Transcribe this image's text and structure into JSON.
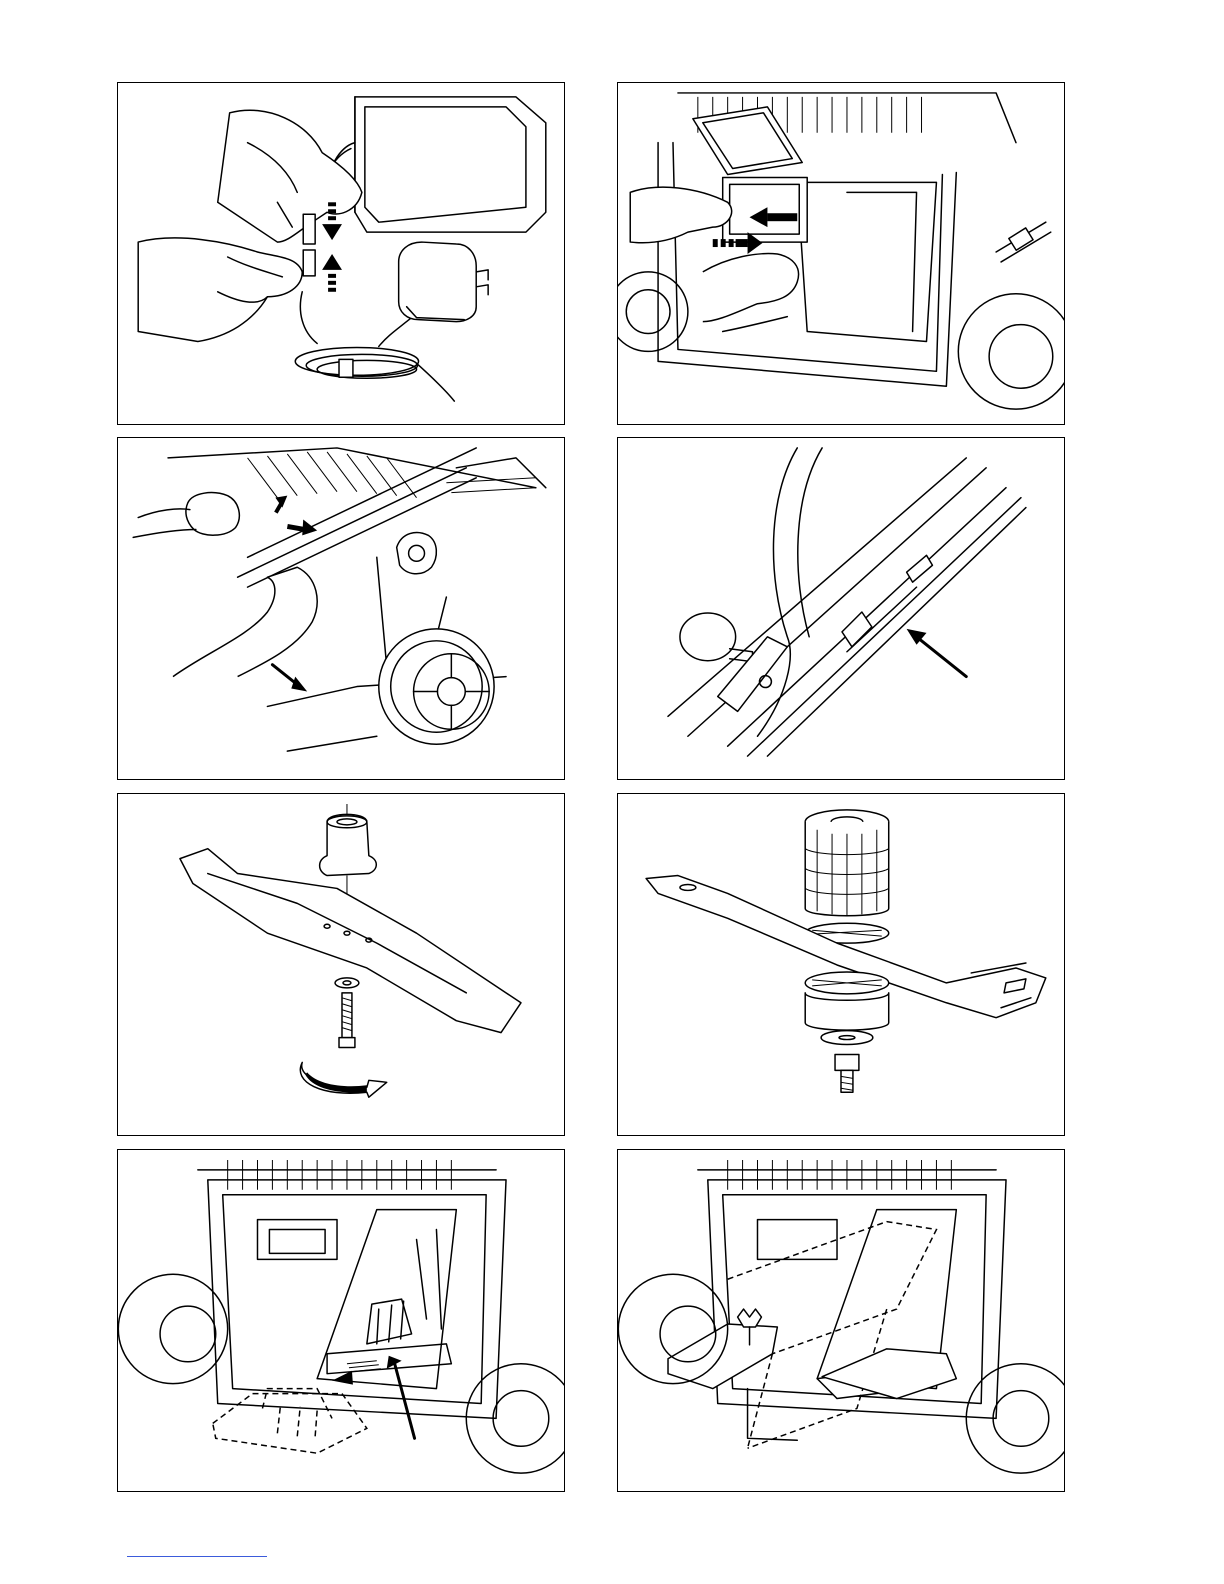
{
  "figures": [
    {
      "id": "p1"
    },
    {
      "id": "p2"
    },
    {
      "id": "p3"
    },
    {
      "id": "p4"
    },
    {
      "id": "p5"
    },
    {
      "id": "p6"
    },
    {
      "id": "p7"
    },
    {
      "id": "p8"
    }
  ]
}
